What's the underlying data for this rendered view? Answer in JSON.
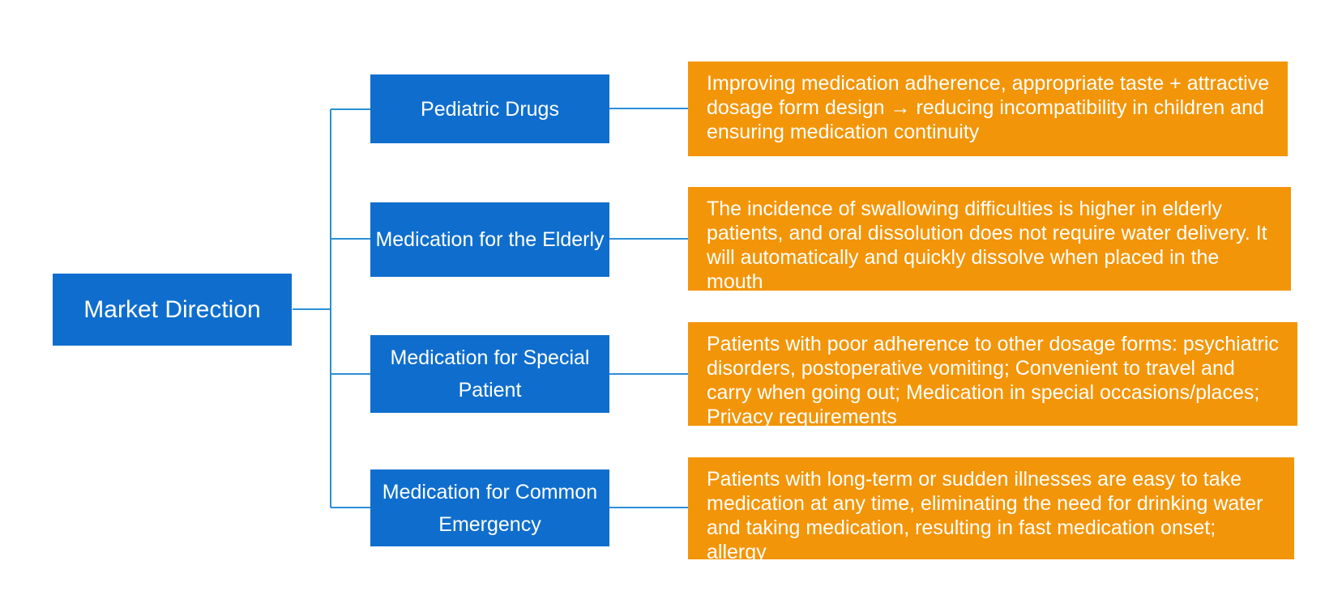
{
  "colors": {
    "category_fill": "#0f6ecd",
    "description_fill": "#f39508",
    "connector": "#2a8fd8",
    "text": "#ffffff"
  },
  "root": {
    "label": "Market Direction"
  },
  "branches": [
    {
      "category": "Pediatric Drugs",
      "description": "Improving medication adherence, appropriate taste + attractive dosage form design → reducing incompatibility in children and ensuring medication continuity"
    },
    {
      "category": "Medication for the Elderly",
      "description": "The incidence of swallowing difficulties is higher in elderly patients, and oral dissolution does not require water delivery. It will automatically and quickly dissolve when placed in the mouth"
    },
    {
      "category": "Medication for Special Patient",
      "description": "Patients with poor adherence to other dosage forms: psychiatric disorders, postoperative vomiting; Convenient to travel and carry when going out; Medication in special occasions/places; Privacy requirements"
    },
    {
      "category": "Medication for Common Emergency",
      "description": "Patients with long-term or sudden illnesses are easy to take medication at any time, eliminating the need for drinking water and taking medication, resulting in fast medication onset; allergy"
    }
  ]
}
